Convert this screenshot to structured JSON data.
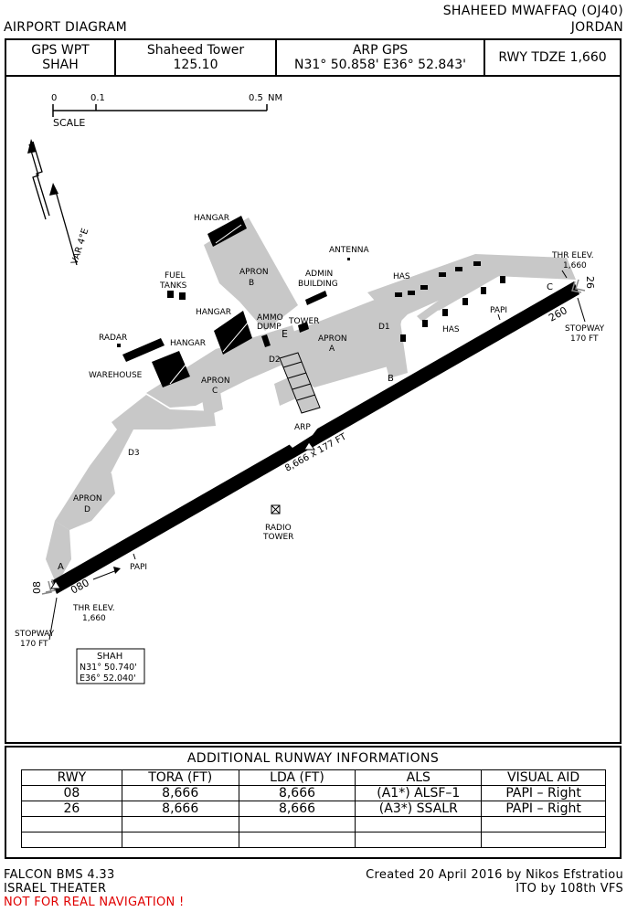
{
  "header": {
    "title_left": "AIRPORT DIAGRAM",
    "title_right_1": "SHAHEED MWAFFAQ (OJ40)",
    "title_right_2": "JORDAN"
  },
  "info_bar": {
    "gps_wpt_label": "GPS WPT",
    "gps_wpt_value": "SHAH",
    "tower_label": "Shaheed Tower",
    "tower_freq": "125.10",
    "arp_label": "ARP GPS",
    "arp_value": "N31° 50.858' E36° 52.843'",
    "tdze": "RWY TDZE 1,660"
  },
  "diagram": {
    "scale": {
      "t0": "0",
      "t1": "0.1",
      "t2": "0.5",
      "unit": "NM",
      "label": "SCALE"
    },
    "var_label": "VAR 4°E",
    "labels": {
      "hangar_top": "HANGAR",
      "apron_b_1": "APRON",
      "apron_b_2": "B",
      "fuel_1": "FUEL",
      "fuel_2": "TANKS",
      "hangar_mid": "HANGAR",
      "ammo_1": "AMMO",
      "ammo_2": "DUMP",
      "tower": "TOWER",
      "antenna": "ANTENNA",
      "admin_1": "ADMIN",
      "admin_2": "BUILDING",
      "has_1": "HAS",
      "has_2": "HAS",
      "radar": "RADAR",
      "hangar_left": "HANGAR",
      "warehouse": "WAREHOUSE",
      "apron_c_1": "APRON",
      "apron_c_2": "C",
      "apron_a_1": "APRON",
      "apron_a_2": "A",
      "e": "E",
      "d1": "D1",
      "d2": "D2",
      "b": "B",
      "c": "C",
      "d3": "D3",
      "apron_d_1": "APRON",
      "apron_d_2": "D",
      "a": "A",
      "papi_top": "PAPI",
      "papi_bottom": "PAPI",
      "thr_top_1": "THR ELEV.",
      "thr_top_2": "1,660",
      "thr_bot_1": "THR ELEV.",
      "thr_bot_2": "1,660",
      "stopway_top_1": "STOPWAY",
      "stopway_top_2": "170 FT",
      "stopway_bot_1": "STOPWAY",
      "stopway_bot_2": "170 FT",
      "arp": "ARP",
      "rwy_dims": "8,666 x 177 FT",
      "radio_1": "RADIO",
      "radio_2": "TOWER",
      "hdg_260": "260",
      "hdg_080": "080",
      "rwy_26": "26",
      "rwy_08": "08",
      "shah_1": "SHAH",
      "shah_2": "N31° 50.740'",
      "shah_3": "E36° 52.040'"
    }
  },
  "runway_info": {
    "title": "ADDITIONAL RUNWAY INFORMATIONS",
    "columns": [
      "RWY",
      "TORA (FT)",
      "LDA (FT)",
      "ALS",
      "VISUAL AID"
    ],
    "rows": [
      [
        "08",
        "8,666",
        "8,666",
        "(A1*)  ALSF–1",
        "PAPI  –  Right"
      ],
      [
        "26",
        "8,666",
        "8,666",
        "(A3*)  SSALR",
        "PAPI  –  Right"
      ],
      [
        "",
        "",
        "",
        "",
        ""
      ],
      [
        "",
        "",
        "",
        "",
        ""
      ]
    ]
  },
  "footer": {
    "left_1": "FALCON BMS 4.33",
    "left_2": "ISRAEL THEATER",
    "left_3": "NOT FOR REAL NAVIGATION !",
    "right_1": "Created 20 April 2016 by Nikos Efstratiou",
    "right_2": "ITO by 108th VFS"
  },
  "colors": {
    "taxiway": "#c8c8c8",
    "runway": "#000000",
    "warning": "#e00000"
  }
}
